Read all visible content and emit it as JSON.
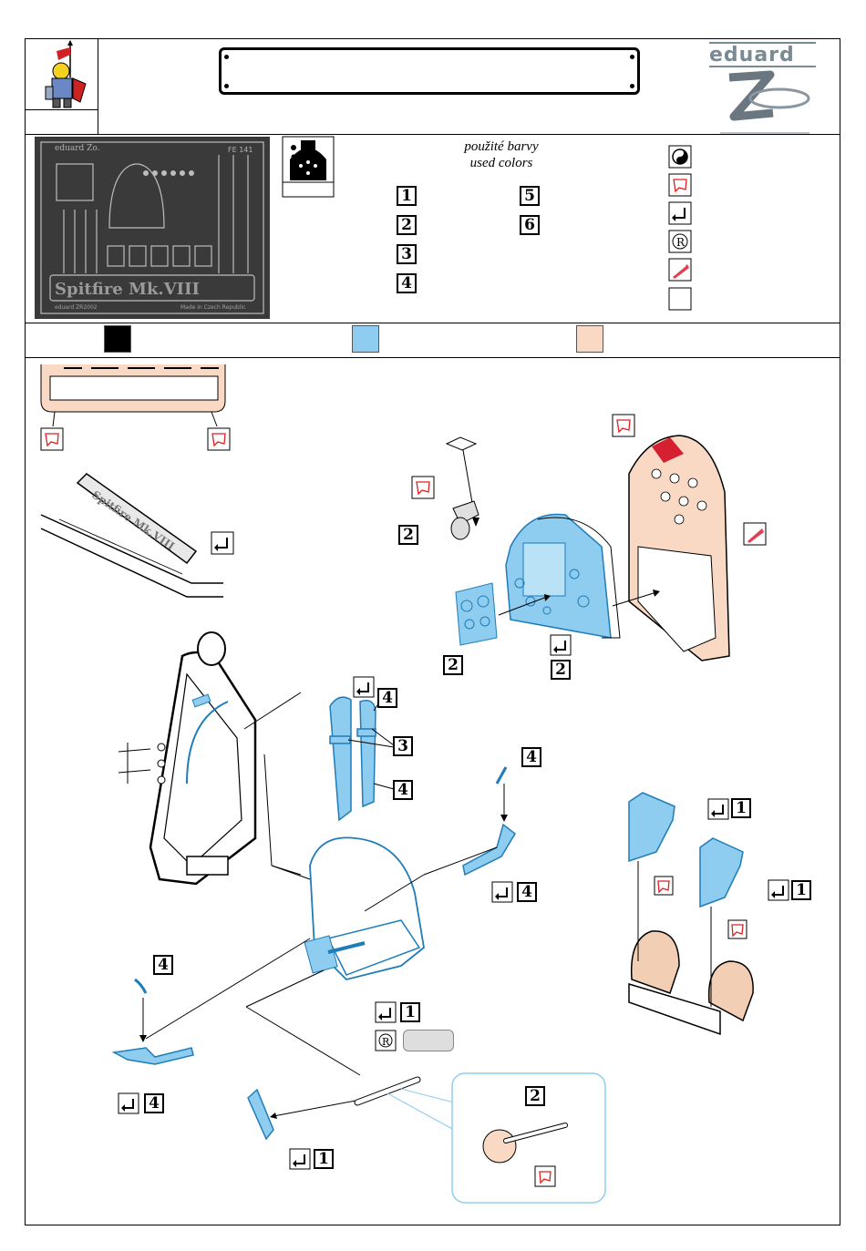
{
  "header": {
    "brand": "eduard",
    "title_box_text": ""
  },
  "fret": {
    "brand": "eduard Zo.",
    "code": "FE 141",
    "name": "Spitfire Mk.VIII",
    "footer_left": "eduard ZR2002",
    "footer_right": "Made in Czech Republic"
  },
  "colors": {
    "title_cz": "použité barvy",
    "title_en": "used colors",
    "numbers": [
      "1",
      "2",
      "3",
      "4",
      "5",
      "6"
    ]
  },
  "legend_symbols": [
    "turn-over-icon",
    "paint-icon",
    "bend-icon",
    "resin-icon",
    "cut-hatch-icon",
    "blank-icon"
  ],
  "swatches": {
    "black": "#000000",
    "blue": "#8ecdf0",
    "pink": "#f9d9c4"
  },
  "callouts": {
    "panel_left_num": "2",
    "panel_gauge_num": "2",
    "panel_bend_num": "2",
    "harness_top_num": "4",
    "harness_mid_num": "3",
    "harness_low_num": "4",
    "bracket_right_num": "4",
    "bracket_right_bend_num": "4",
    "pedal_top_num": "1",
    "pedal_mid_num": "1",
    "seat_bend_num": "1",
    "bracket_left_num": "4",
    "bracket_left_bend_num": "4",
    "pad_bend_num": "1",
    "detail_num": "2"
  }
}
